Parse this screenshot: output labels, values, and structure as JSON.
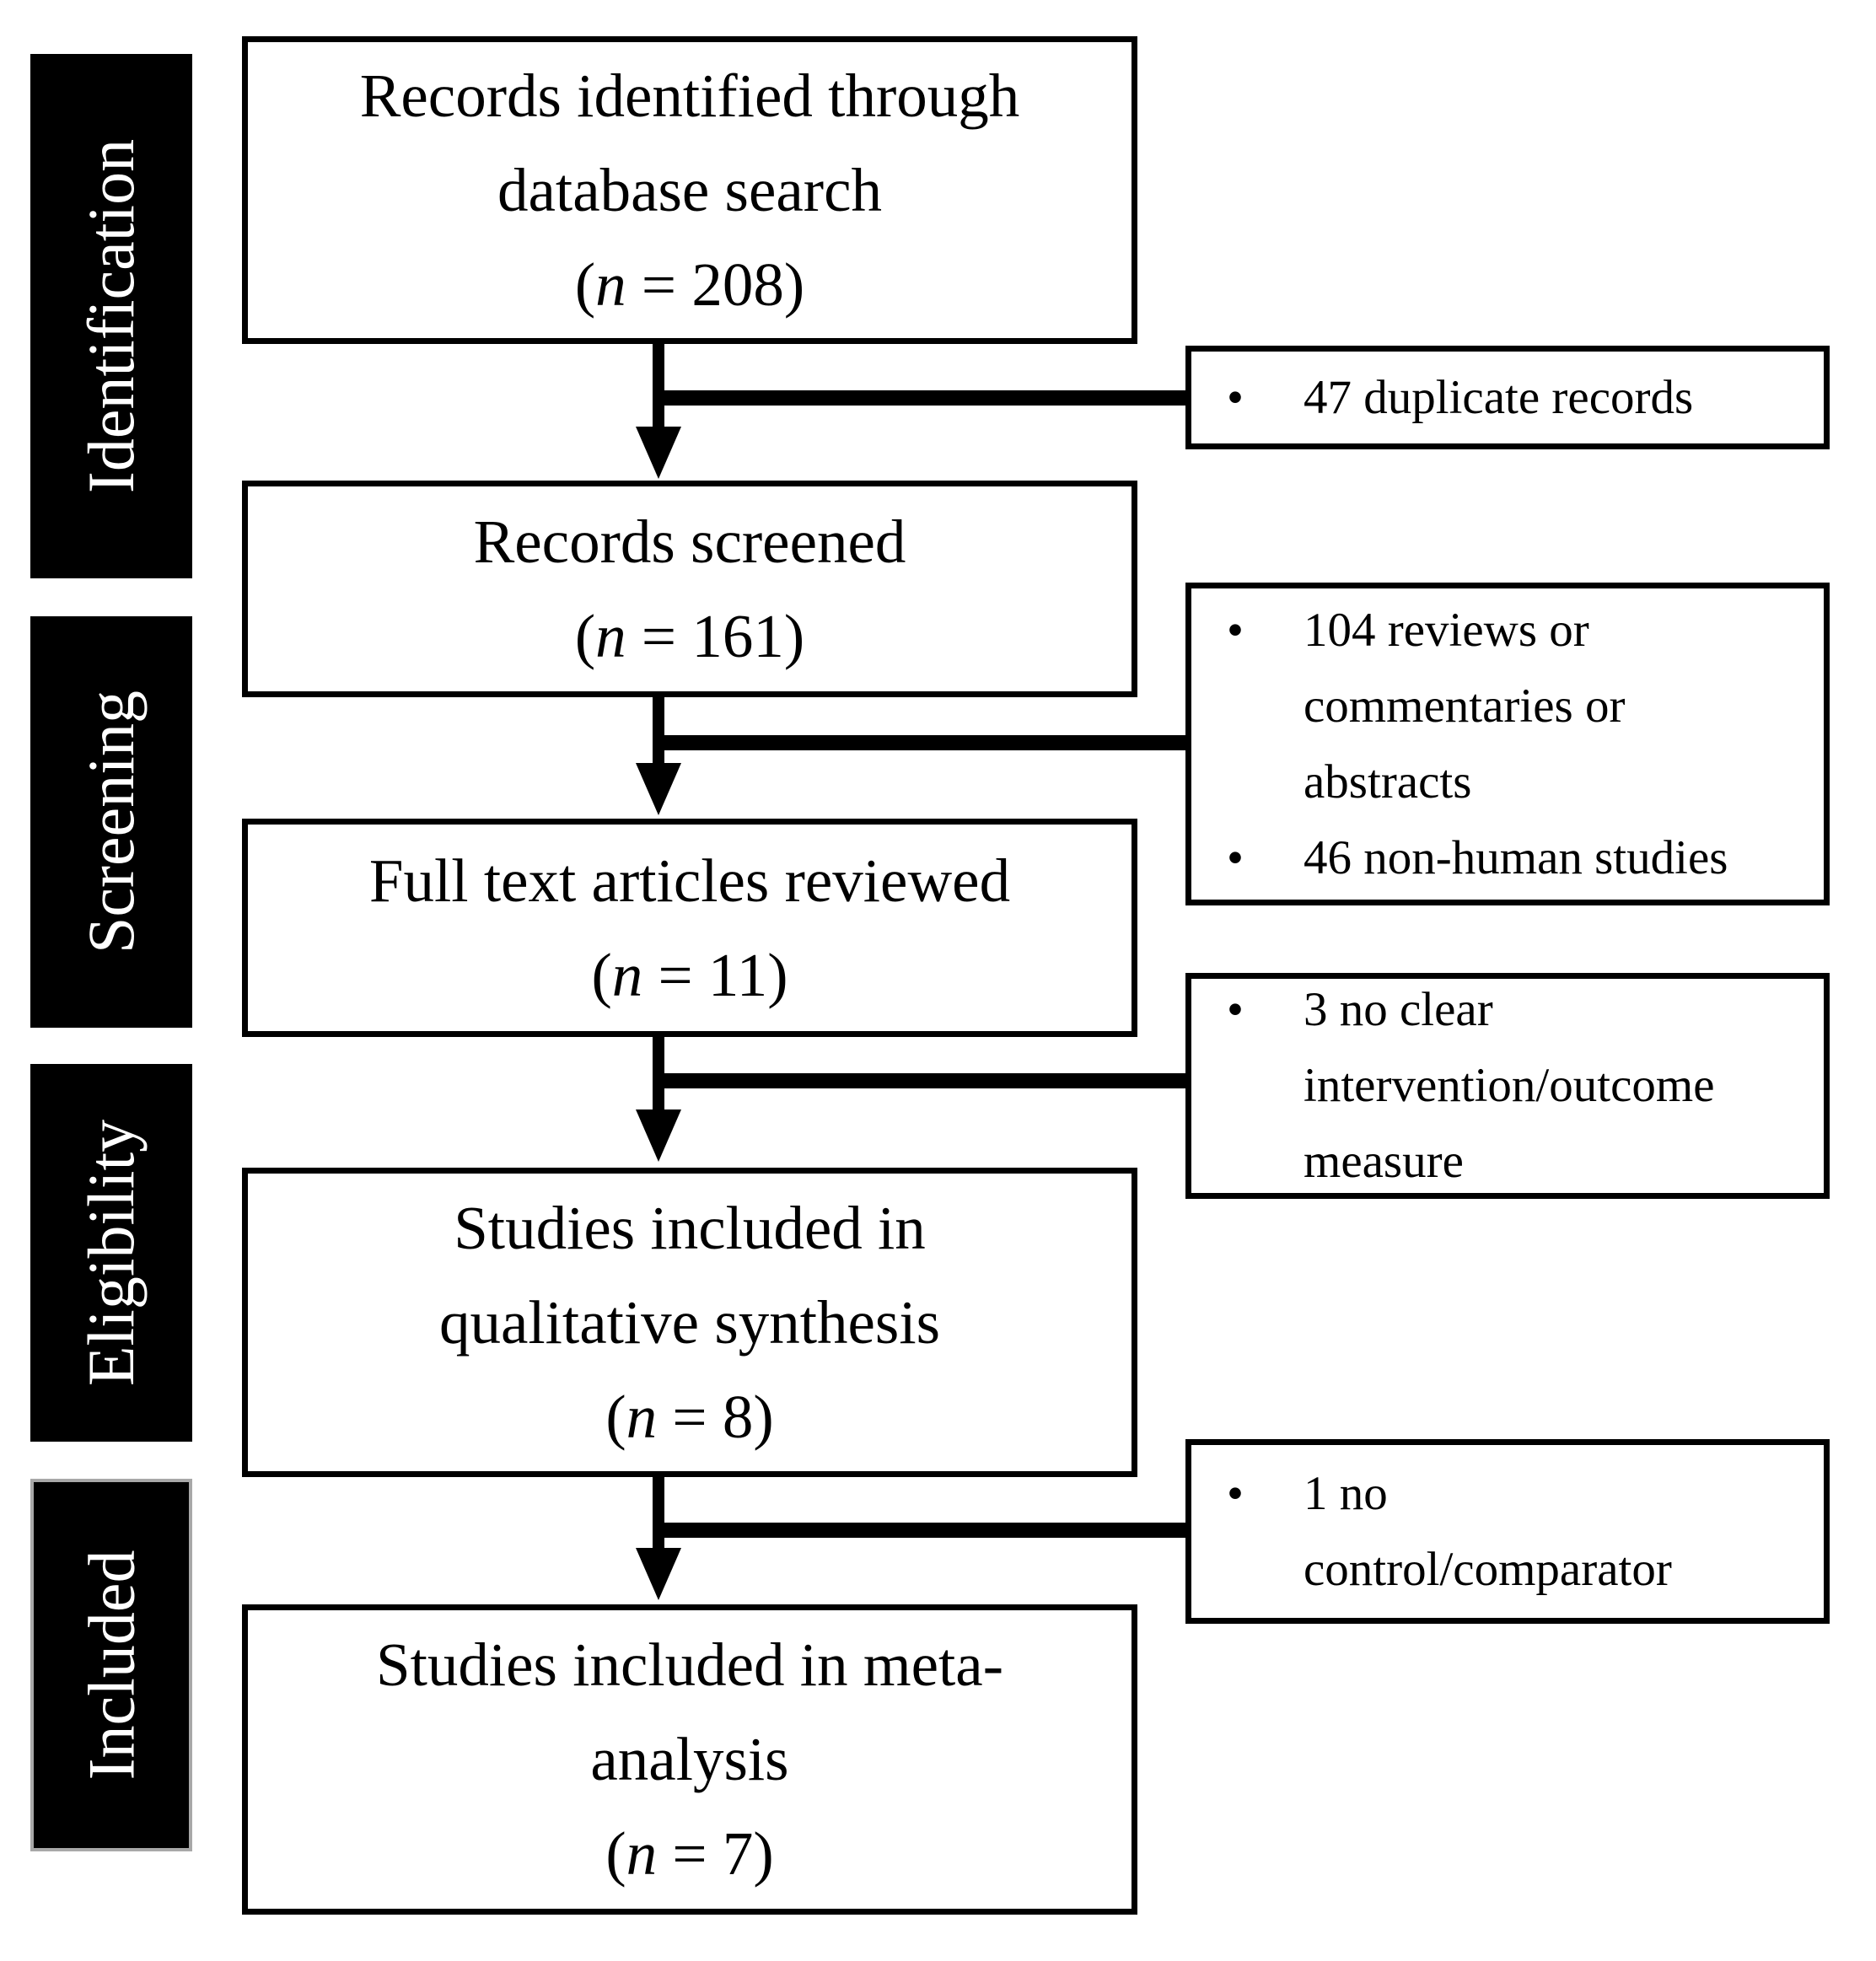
{
  "sidebar": {
    "labels": [
      "Identification",
      "Screening",
      "Eligibility",
      "Included"
    ]
  },
  "main_boxes": [
    {
      "lines": [
        "Records identified through",
        "database search"
      ],
      "count_prefix": "(",
      "count_var": "n",
      "count_suffix": " = 208)",
      "n": 208
    },
    {
      "lines": [
        "Records screened"
      ],
      "count_prefix": "(",
      "count_var": "n",
      "count_suffix": " = 161)",
      "n": 161
    },
    {
      "lines": [
        "Full text articles reviewed"
      ],
      "count_prefix": "(",
      "count_var": "n",
      "count_suffix": " = 11)",
      "n": 11
    },
    {
      "lines": [
        "Studies included in",
        "qualitative synthesis"
      ],
      "count_prefix": "(",
      "count_var": "n",
      "count_suffix": " = 8)",
      "n": 8
    },
    {
      "lines": [
        "Studies included in meta-",
        "analysis"
      ],
      "count_prefix": "(",
      "count_var": "n",
      "count_suffix": " = 7)",
      "n": 7
    }
  ],
  "side_boxes": [
    {
      "items": [
        {
          "lines": [
            "47 duplicate records"
          ]
        }
      ]
    },
    {
      "items": [
        {
          "lines": [
            "104 reviews or",
            "commentaries or",
            "abstracts"
          ]
        },
        {
          "lines": [
            "46 non-human studies"
          ]
        }
      ]
    },
    {
      "items": [
        {
          "lines": [
            "3 no clear",
            "intervention/outcome",
            "measure"
          ]
        }
      ]
    },
    {
      "items": [
        {
          "lines": [
            "1 no",
            "control/comparator"
          ]
        }
      ]
    }
  ],
  "colors": {
    "background": "#ffffff",
    "box_border": "#000000",
    "bar_background": "#000000",
    "bar_text": "#ffffff",
    "included_bar_border": "#a8a8a8"
  }
}
